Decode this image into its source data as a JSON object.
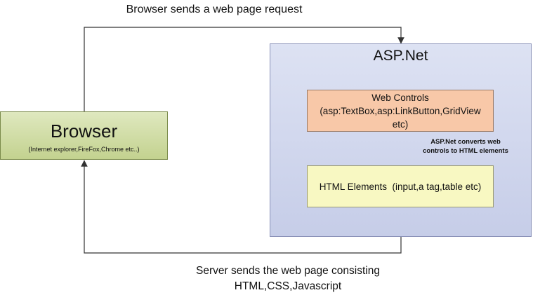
{
  "top_label": "Browser sends a web page request",
  "bottom_label": {
    "line1": "Server sends the web page consisting",
    "line2": "HTML,CSS,Javascript"
  },
  "browser": {
    "title": "Browser",
    "subtitle": "(Internet explorer,FireFox,Chrome etc..)"
  },
  "aspnet": {
    "title": "ASP.Net",
    "web_controls": {
      "line1": "Web Controls",
      "line2": "(asp:TextBox,asp:LinkButton,GridView",
      "line3": "etc)"
    },
    "conversion_note": {
      "line1": "ASP.Net converts web",
      "line2": "controls to HTML elements"
    },
    "html_elements": "HTML Elements  (input,a tag,table etc)"
  },
  "colors": {
    "browser_fill": "#c9d69a",
    "aspnet_fill": "#cfd5ee",
    "web_controls_fill": "#f8c8a8",
    "html_elements_fill": "#f8f8c2",
    "connector": "#333333"
  }
}
